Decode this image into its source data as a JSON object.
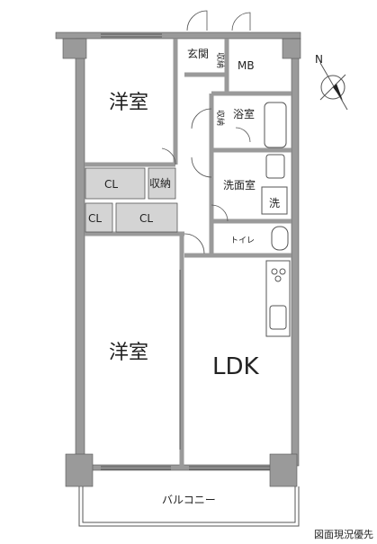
{
  "rooms": {
    "western_room_top": "洋室",
    "western_room_bottom": "洋室",
    "ldk": "LDK",
    "entrance": "玄関",
    "mb": "MB",
    "bath": "浴室",
    "washroom": "洗面室",
    "washer": "洗",
    "toilet": "トイレ",
    "storage": "収納",
    "storage_v1": "収納",
    "storage_v2": "収納",
    "closet_1": "CL",
    "closet_2": "CL",
    "closet_3": "CL",
    "balcony": "バルコニー"
  },
  "compass": {
    "label": "N"
  },
  "footer": {
    "note": "図面現況優先"
  }
}
